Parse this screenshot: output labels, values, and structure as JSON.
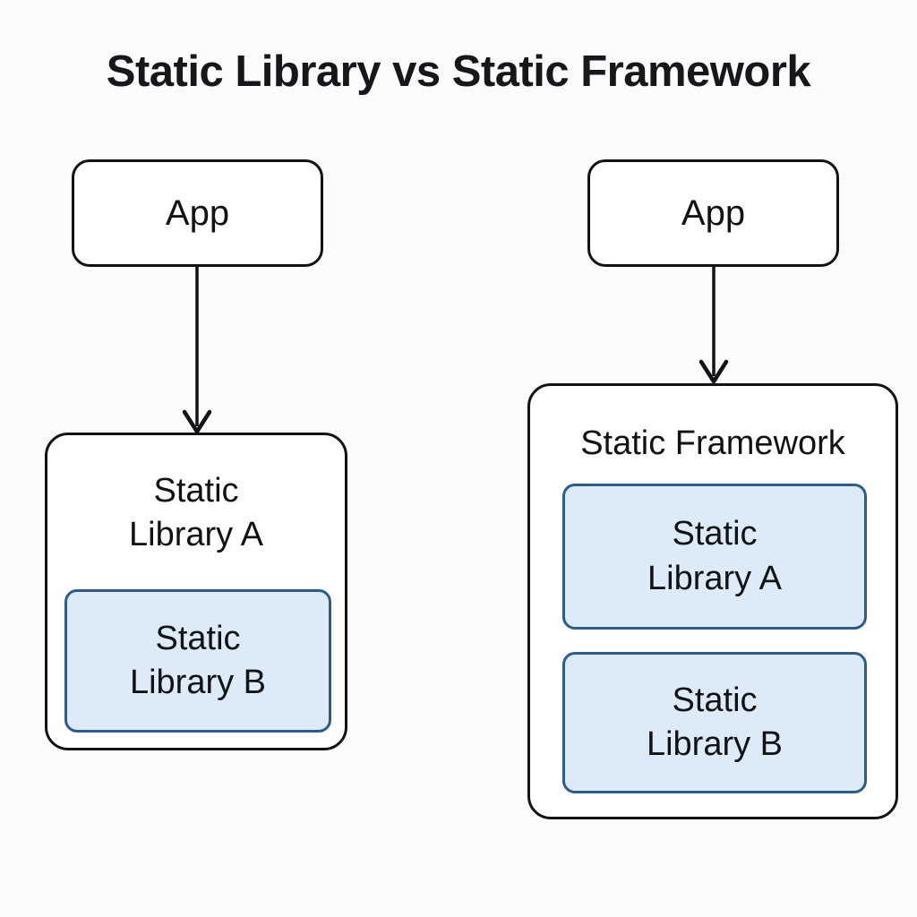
{
  "diagram": {
    "title": "Static Library vs Static Framework",
    "background_color": "#fbfbfb",
    "outline_stroke_color": "#121316",
    "library_fill_color": "#ddebf9",
    "library_stroke_color": "#2d5b8c",
    "text_color": "#15171a",
    "left_column": {
      "app": {
        "label": "App"
      },
      "arrow": {
        "name": "app-to-static-library-a",
        "direction": "down"
      },
      "static_library_a": {
        "label": "Static\nLibrary A",
        "style": "outline",
        "children": [
          {
            "label": "Static\nLibrary B",
            "style": "library"
          }
        ]
      }
    },
    "right_column": {
      "app": {
        "label": "App"
      },
      "arrow": {
        "name": "app-to-static-framework",
        "direction": "down"
      },
      "static_framework": {
        "label": "Static Framework",
        "style": "outline",
        "children": [
          {
            "label": "Static\nLibrary A",
            "style": "library"
          },
          {
            "label": "Static\nLibrary B",
            "style": "library"
          }
        ]
      }
    }
  }
}
